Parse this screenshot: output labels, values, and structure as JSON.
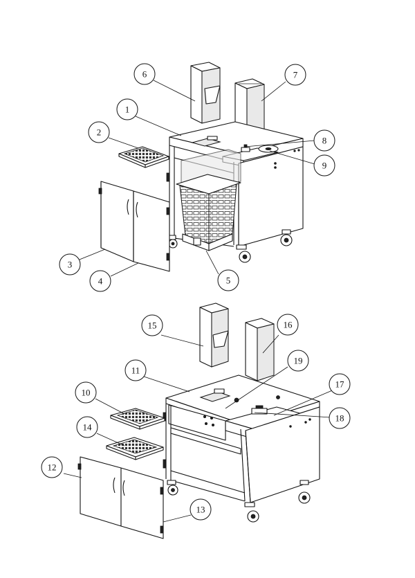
{
  "callouts": [
    {
      "id": "1",
      "label": "1"
    },
    {
      "id": "2",
      "label": "2"
    },
    {
      "id": "3",
      "label": "3"
    },
    {
      "id": "4",
      "label": "4"
    },
    {
      "id": "5",
      "label": "5"
    },
    {
      "id": "6",
      "label": "6"
    },
    {
      "id": "7",
      "label": "7"
    },
    {
      "id": "8",
      "label": "8"
    },
    {
      "id": "9",
      "label": "9"
    },
    {
      "id": "10",
      "label": "10"
    },
    {
      "id": "11",
      "label": "11"
    },
    {
      "id": "12",
      "label": "12"
    },
    {
      "id": "13",
      "label": "13"
    },
    {
      "id": "14",
      "label": "14"
    },
    {
      "id": "15",
      "label": "15"
    },
    {
      "id": "16",
      "label": "16"
    },
    {
      "id": "17",
      "label": "17"
    },
    {
      "id": "18",
      "label": "18"
    },
    {
      "id": "19",
      "label": "19"
    }
  ],
  "colors": {
    "line": "#111111",
    "background": "#ffffff",
    "shade": "#e9e9e9"
  }
}
